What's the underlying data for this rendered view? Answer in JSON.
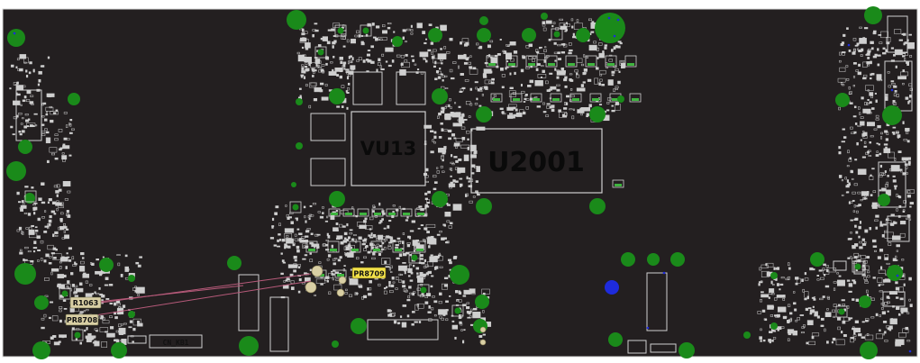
{
  "board": {
    "colors": {
      "background": "#231f20",
      "outline": "#d8d8d8",
      "pad": "#cfcfcf",
      "via": "#1a8a1a",
      "via_highlight": "#1e2bdc",
      "trace": "#b75a7a",
      "tag_yellow": "#f3e24a",
      "tag_tan": "#d9cfa4",
      "component": "#9a9a9a"
    },
    "chips": {
      "vu13": "VU13",
      "u2001": "U2001"
    },
    "tags": {
      "pr8709": "PR8709",
      "pr8708": "PR8708",
      "r1063": "R1063"
    },
    "silkscreen": {
      "cn_kb1": "CN_KB1"
    }
  }
}
